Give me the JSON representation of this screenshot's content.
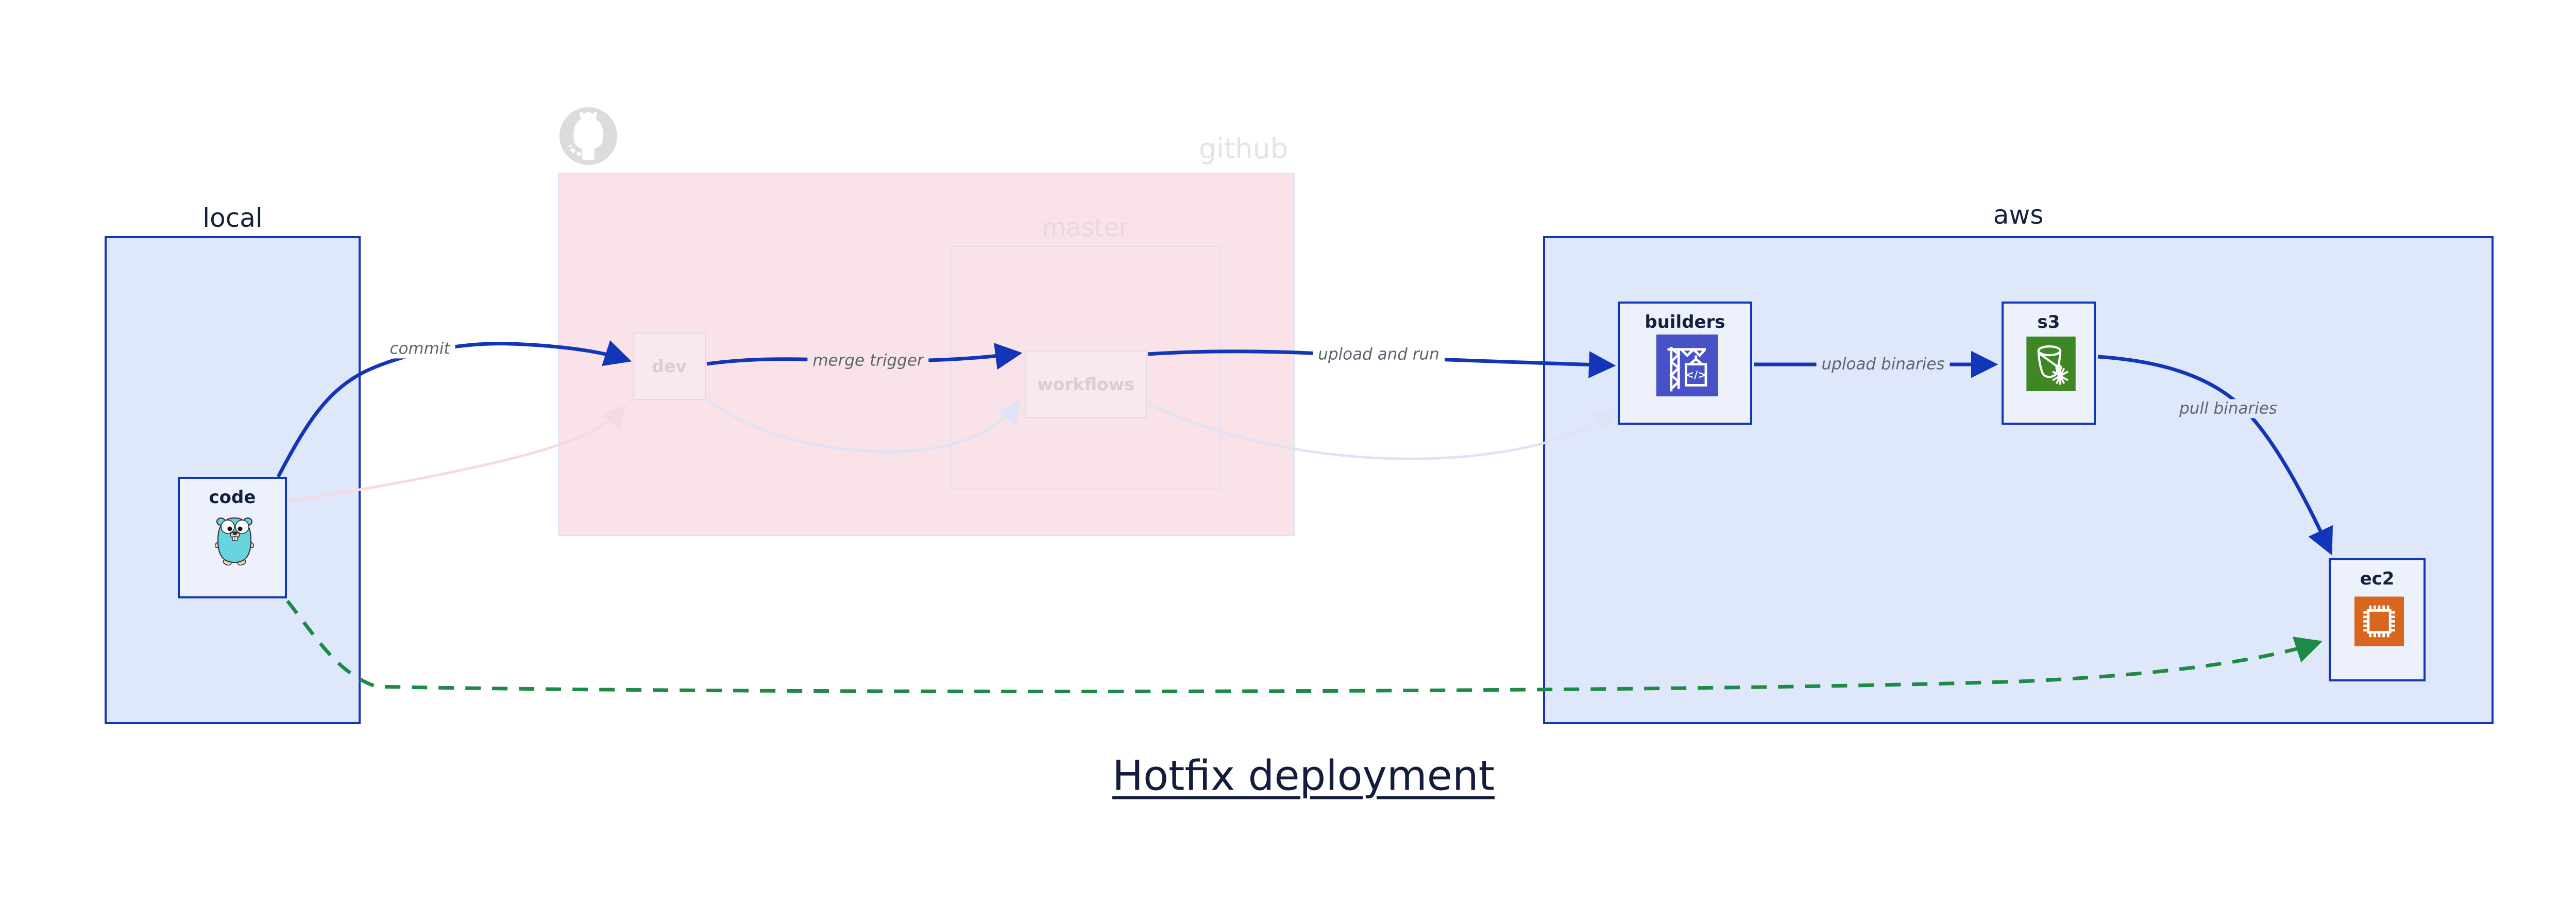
{
  "title": {
    "text": "Hotfix deployment"
  },
  "clusters": {
    "local": {
      "label": "local"
    },
    "github": {
      "label": "github"
    },
    "master": {
      "label": "master"
    },
    "aws": {
      "label": "aws"
    }
  },
  "nodes": {
    "code": {
      "label": "code",
      "icon": "go-gopher-icon",
      "state": "active"
    },
    "dev": {
      "label": "dev",
      "icon": "none",
      "state": "faded"
    },
    "workflows": {
      "label": "workflows",
      "icon": "none",
      "state": "faded"
    },
    "builders": {
      "label": "builders",
      "icon": "aws-codebuild-icon",
      "state": "active"
    },
    "s3": {
      "label": "s3",
      "icon": "s3-bucket-icon",
      "state": "active"
    },
    "ec2": {
      "label": "ec2",
      "icon": "ec2-chip-icon",
      "state": "active"
    }
  },
  "edges": [
    {
      "from": "code",
      "to": "dev",
      "label": "commit",
      "style": "solid-blue"
    },
    {
      "from": "dev",
      "to": "workflows",
      "label": "merge trigger",
      "style": "solid-blue"
    },
    {
      "from": "workflows",
      "to": "builders",
      "label": "upload and run",
      "style": "solid-blue"
    },
    {
      "from": "builders",
      "to": "s3",
      "label": "upload binaries",
      "style": "solid-blue"
    },
    {
      "from": "s3",
      "to": "ec2",
      "label": "pull binaries",
      "style": "solid-blue"
    },
    {
      "from": "code",
      "to": "ec2",
      "label": "",
      "style": "dashed-green"
    },
    {
      "from": "code",
      "to": "dev",
      "label": "",
      "style": "faded-pink"
    },
    {
      "from": "dev",
      "to": "workflows",
      "label": "",
      "style": "faded-lavender"
    },
    {
      "from": "workflows",
      "to": "builders",
      "label": "",
      "style": "faded-lavender"
    }
  ],
  "colors": {
    "arrow_blue": "#1336b8",
    "arrow_green": "#1d8a47",
    "arrow_faded_pink": "#f6dae2",
    "arrow_faded_lavender": "#dee3f6",
    "cluster_blue_fill": "#dfe7fa",
    "cluster_blue_border": "#1336b8",
    "cluster_pink_fill": "#f9e3e9",
    "node_fill": "#edf1fc",
    "faded_node_fill": "#f9e8ee",
    "dark_text": "#15203f",
    "edge_label_text": "#5d6470",
    "codebuild_icon_bg": "#4751c8",
    "s3_icon_bg": "#3f8624",
    "ec2_icon_bg": "#d9661e",
    "gopher_teal": "#67d3dd"
  }
}
